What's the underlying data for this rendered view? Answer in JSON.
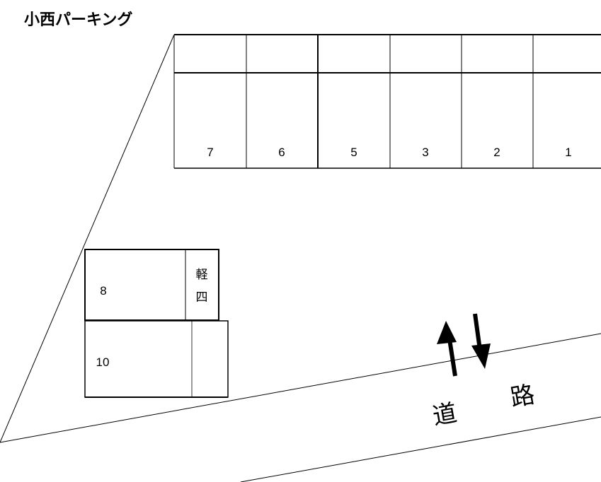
{
  "title": "小西パーキング",
  "top_row_spaces": [
    "7",
    "6",
    "5",
    "3",
    "2",
    "1"
  ],
  "left_spaces": {
    "upper_number": "8",
    "upper_side_label_1": "軽",
    "upper_side_label_2": "四",
    "lower_number": "10"
  },
  "road": {
    "char_1": "道",
    "char_2": "路"
  },
  "colors": {
    "line": "#000000",
    "background": "#ffffff"
  }
}
